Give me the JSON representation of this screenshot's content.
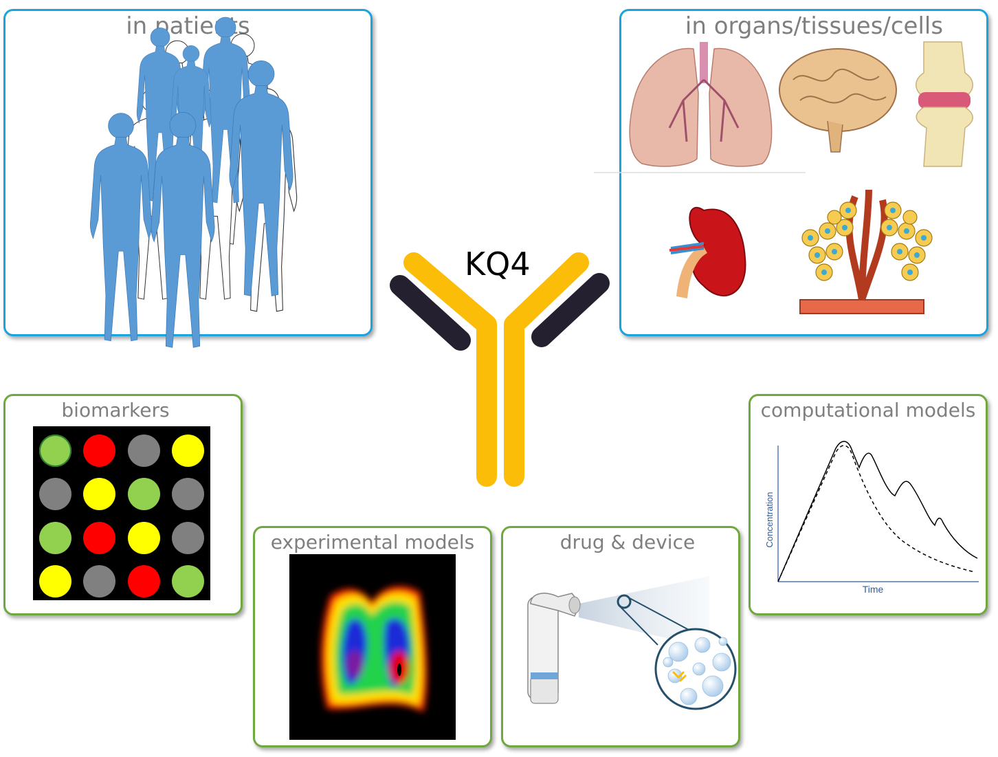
{
  "center": {
    "label": "KQ4",
    "colors": {
      "arm": "#fbbd08",
      "light_chain": "#24202f"
    }
  },
  "panels": {
    "patients": {
      "title": "in patients"
    },
    "organs": {
      "title": "in organs/tissues/cells"
    },
    "biomarkers": {
      "title": "biomarkers",
      "grid": [
        [
          "green",
          "red",
          "gray",
          "yellow"
        ],
        [
          "gray",
          "yellow",
          "green",
          "gray"
        ],
        [
          "green",
          "red",
          "yellow",
          "gray"
        ],
        [
          "yellow",
          "gray",
          "red",
          "green"
        ]
      ]
    },
    "experimental": {
      "title": "experimental models"
    },
    "device": {
      "title": "drug & device"
    },
    "computational": {
      "title": "computational models",
      "xlabel": "Time",
      "ylabel": "Concentration"
    }
  },
  "colors": {
    "patient_border": "#1aa3dd",
    "model_border": "#70a840",
    "title_text": "#7f7f7f",
    "silhouette": "#5b9bd5",
    "green": "#92d050",
    "red": "#ff0000",
    "gray": "#808080",
    "yellow": "#ffff00"
  }
}
